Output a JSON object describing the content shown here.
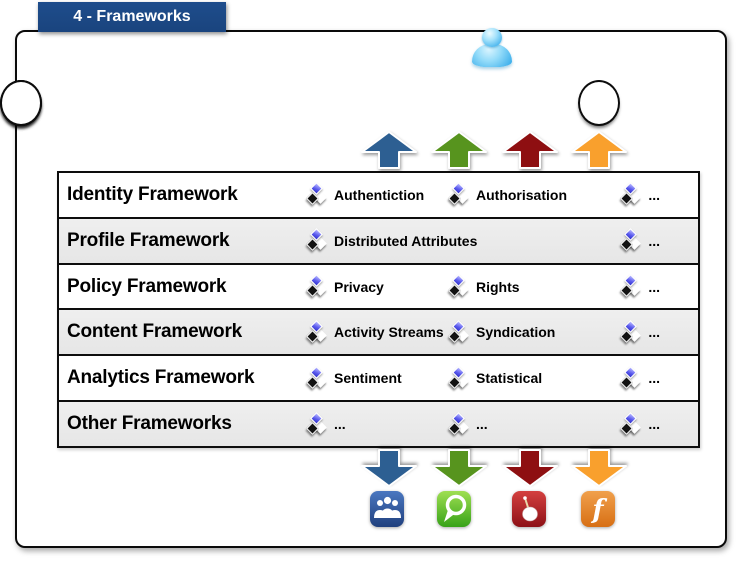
{
  "slide": {
    "title": "4 - Frameworks",
    "tab_color": "#1e4d8c"
  },
  "top_section": {
    "user_icon": "glossy-blue-person",
    "socket_count": 4
  },
  "arrows": {
    "up": [
      "#2d5f92",
      "#57941e",
      "#8e0f11",
      "#f9a02d"
    ],
    "down": [
      "#2d5f92",
      "#57941e",
      "#8e0f11",
      "#f9a02d"
    ]
  },
  "frameworks": {
    "row_alt_color": "#e9e9e9",
    "rows": [
      {
        "name": "Identity Framework",
        "items": [
          "Authentiction",
          "Authorisation"
        ],
        "more": "..."
      },
      {
        "name": "Profile Framework",
        "items": [
          "Distributed Attributes"
        ],
        "more": "..."
      },
      {
        "name": "Policy Framework",
        "items": [
          "Privacy",
          "Rights"
        ],
        "more": "..."
      },
      {
        "name": "Content Framework",
        "items": [
          "Activity Streams",
          "Syndication"
        ],
        "more": "..."
      },
      {
        "name": "Analytics Framework",
        "items": [
          "Sentiment",
          "Statistical"
        ],
        "more": "..."
      },
      {
        "name": "Other Frameworks",
        "items": [
          "...",
          "..."
        ],
        "more": "..."
      }
    ]
  },
  "services": [
    {
      "name": "myspace-people",
      "color": "#2d59a0"
    },
    {
      "name": "chat-bubble",
      "color": "#54b927"
    },
    {
      "name": "drum",
      "color": "#a8131c"
    },
    {
      "name": "letter-f",
      "color": "#e2801f"
    }
  ]
}
